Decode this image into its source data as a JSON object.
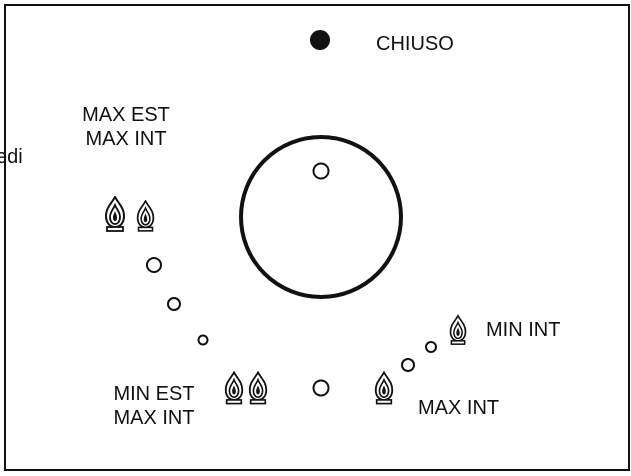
{
  "labels": {
    "closed": "CHIUSO",
    "max_est": "MAX EST",
    "max_int_top": "MAX INT",
    "cut_text": "edi",
    "min_est": "MIN EST",
    "max_int_bottom_left": "MAX INT",
    "min_int": "MIN INT",
    "max_int_right": "MAX INT"
  },
  "colors": {
    "stroke": "#111111",
    "background": "#ffffff"
  },
  "icons": {
    "flame": "flame-icon",
    "closed_dot": "filled-circle-icon",
    "position_dot": "hollow-circle-icon"
  }
}
